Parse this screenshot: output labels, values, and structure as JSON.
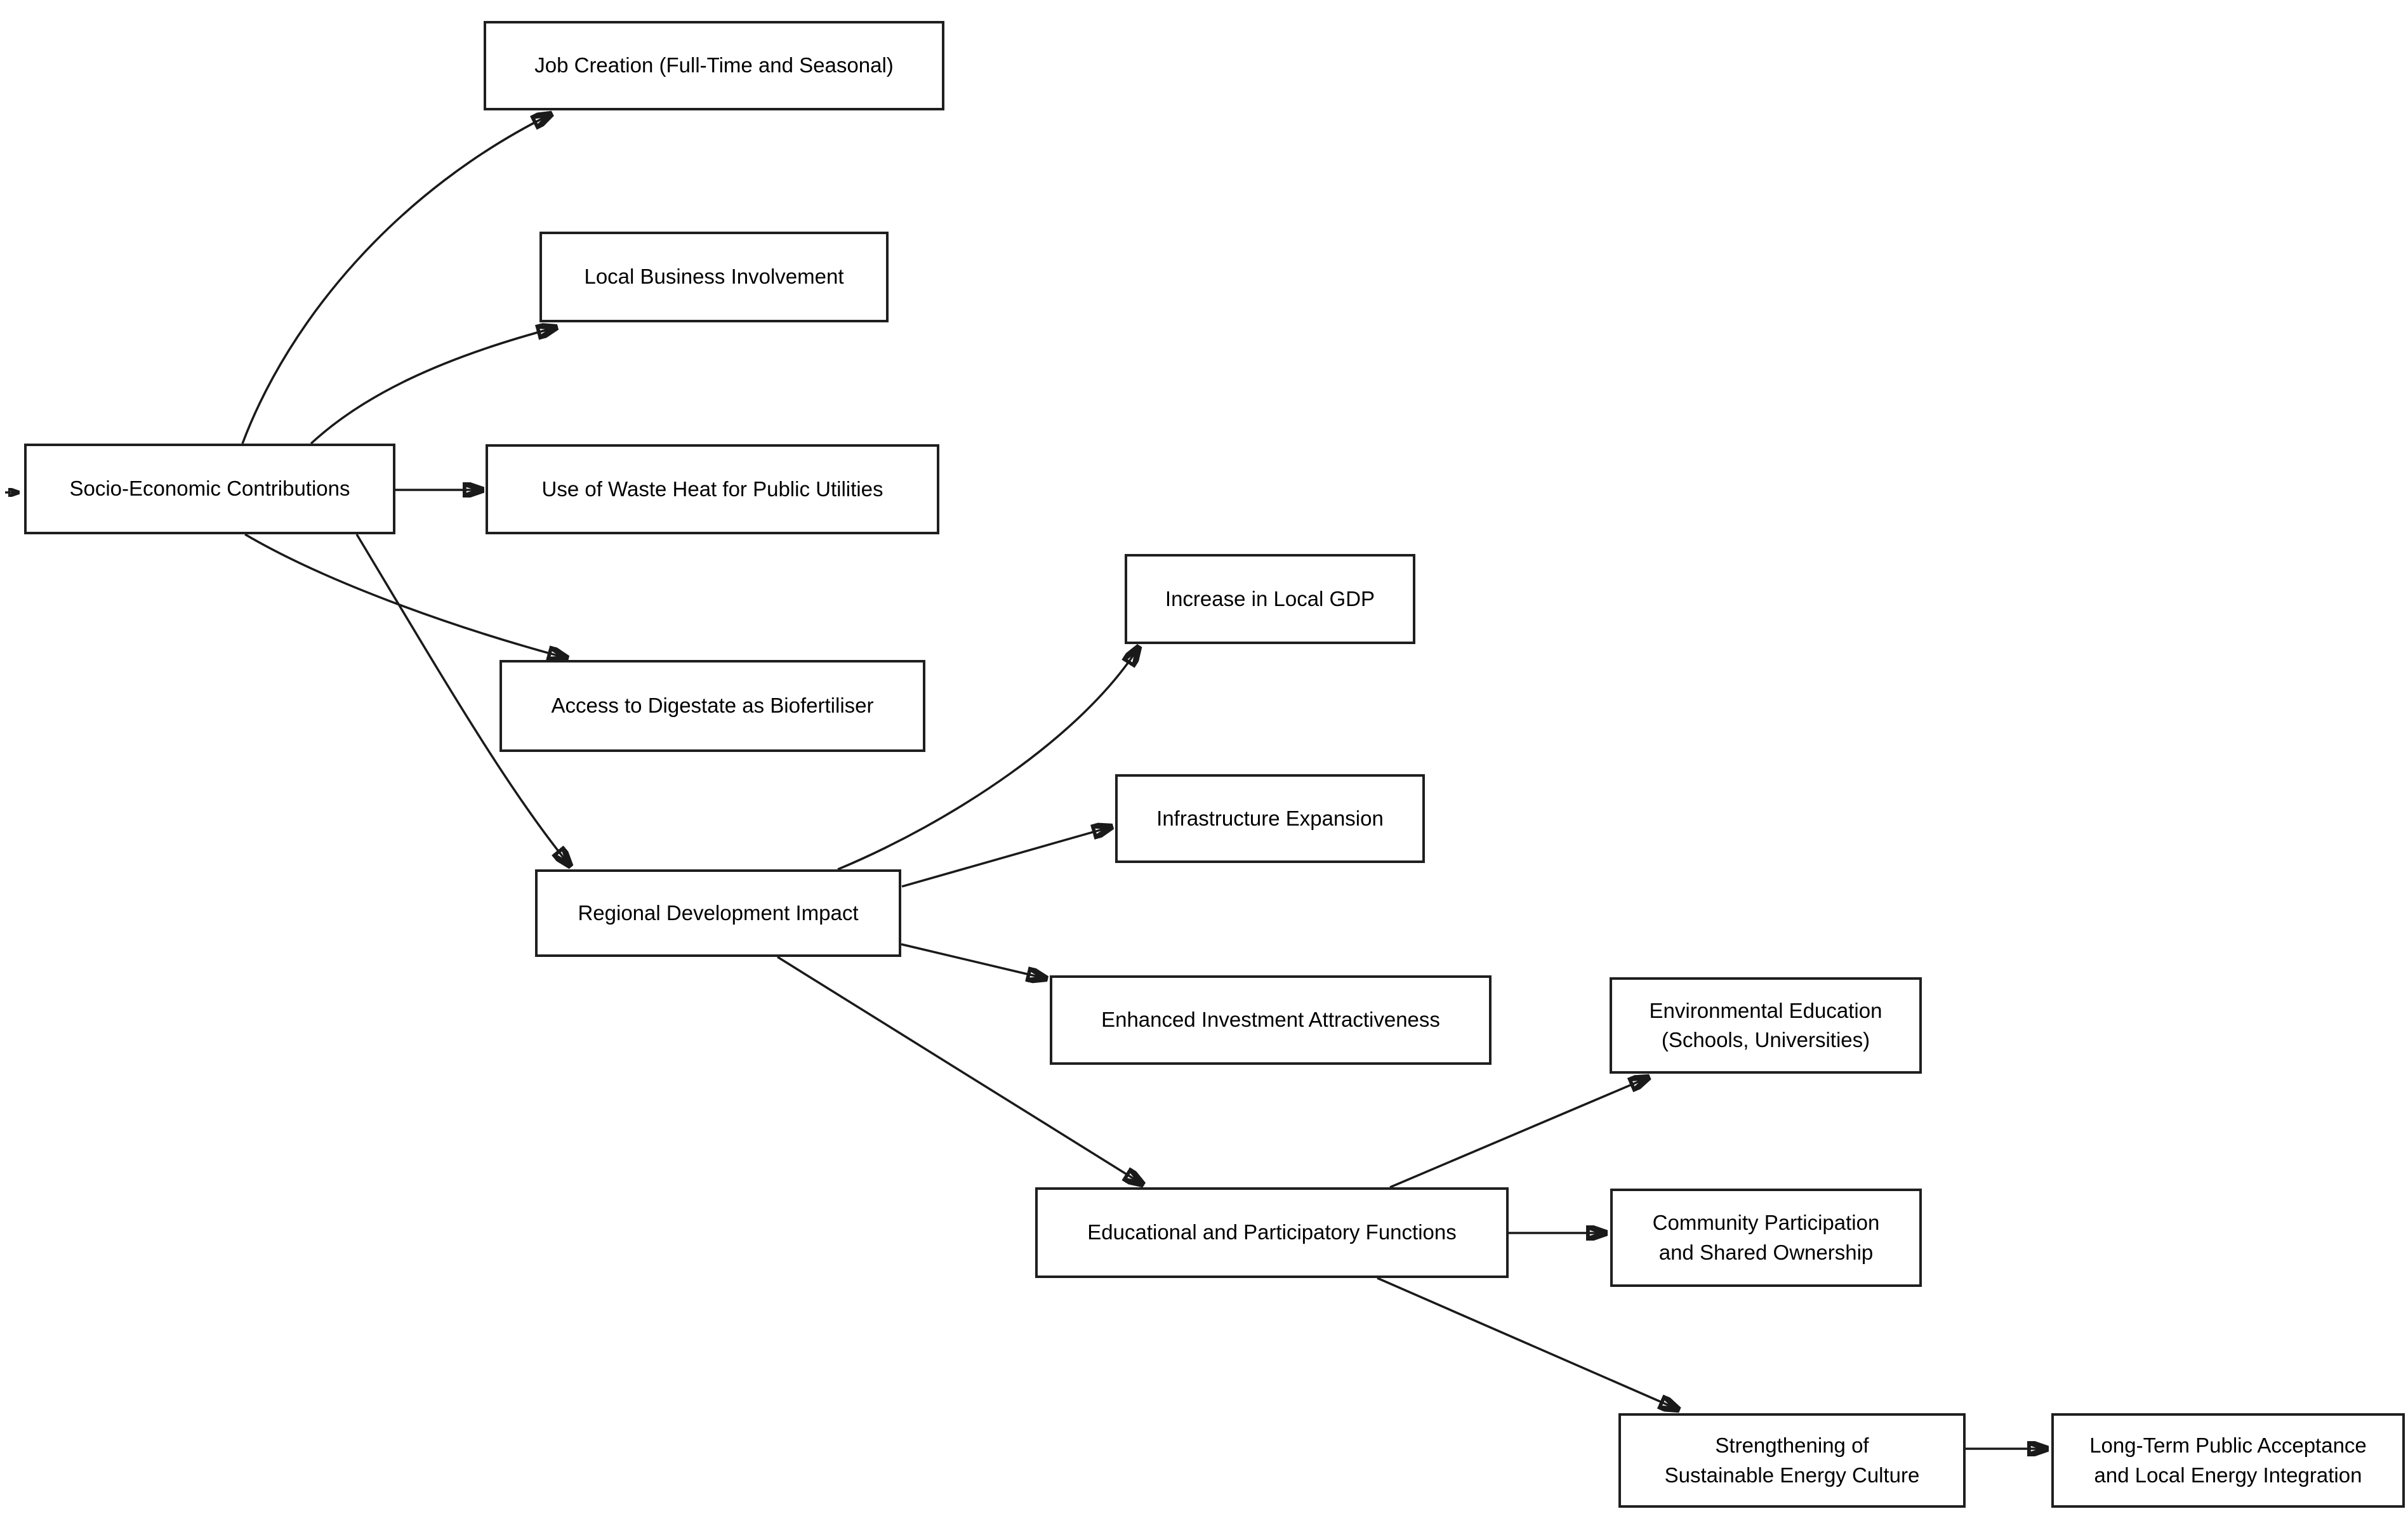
{
  "diagram": {
    "title": "Socio-Economic Contributions flowchart",
    "background_color": "#ffffff",
    "box_fill_color": "#ffffff",
    "box_border_color": "#1f1f1f",
    "edge_color": "#1a1a1a",
    "text_color": "#000000",
    "nodes": [
      {
        "id": "socio",
        "label": "Socio-Economic Contributions"
      },
      {
        "id": "job",
        "label": "Job Creation (Full-Time and Seasonal)"
      },
      {
        "id": "local",
        "label": "Local Business Involvement"
      },
      {
        "id": "waste",
        "label": "Use of Waste Heat for Public Utilities"
      },
      {
        "id": "digestate",
        "label": "Access to Digestate as Biofertiliser"
      },
      {
        "id": "regional",
        "label": "Regional Development Impact"
      },
      {
        "id": "gdp",
        "label": "Increase in Local GDP"
      },
      {
        "id": "infra",
        "label": "Infrastructure Expansion"
      },
      {
        "id": "enhanced",
        "label": "Enhanced Investment Attractiveness"
      },
      {
        "id": "educational",
        "label": "Educational and Participatory Functions"
      },
      {
        "id": "enviro",
        "label": "Environmental Education\n(Schools, Universities)"
      },
      {
        "id": "community",
        "label": "Community Participation\nand Shared Ownership"
      },
      {
        "id": "strengthening",
        "label": "Strengthening of\nSustainable Energy Culture"
      },
      {
        "id": "longterm",
        "label": "Long-Term Public Acceptance\nand Local Energy Integration"
      }
    ],
    "edges": [
      {
        "from": "socio",
        "to": "job"
      },
      {
        "from": "socio",
        "to": "local"
      },
      {
        "from": "socio",
        "to": "waste"
      },
      {
        "from": "socio",
        "to": "digestate"
      },
      {
        "from": "socio",
        "to": "regional"
      },
      {
        "from": "regional",
        "to": "gdp"
      },
      {
        "from": "regional",
        "to": "infra"
      },
      {
        "from": "regional",
        "to": "enhanced"
      },
      {
        "from": "regional",
        "to": "educational"
      },
      {
        "from": "educational",
        "to": "enviro"
      },
      {
        "from": "educational",
        "to": "community"
      },
      {
        "from": "educational",
        "to": "strengthening"
      },
      {
        "from": "strengthening",
        "to": "longterm"
      }
    ]
  }
}
